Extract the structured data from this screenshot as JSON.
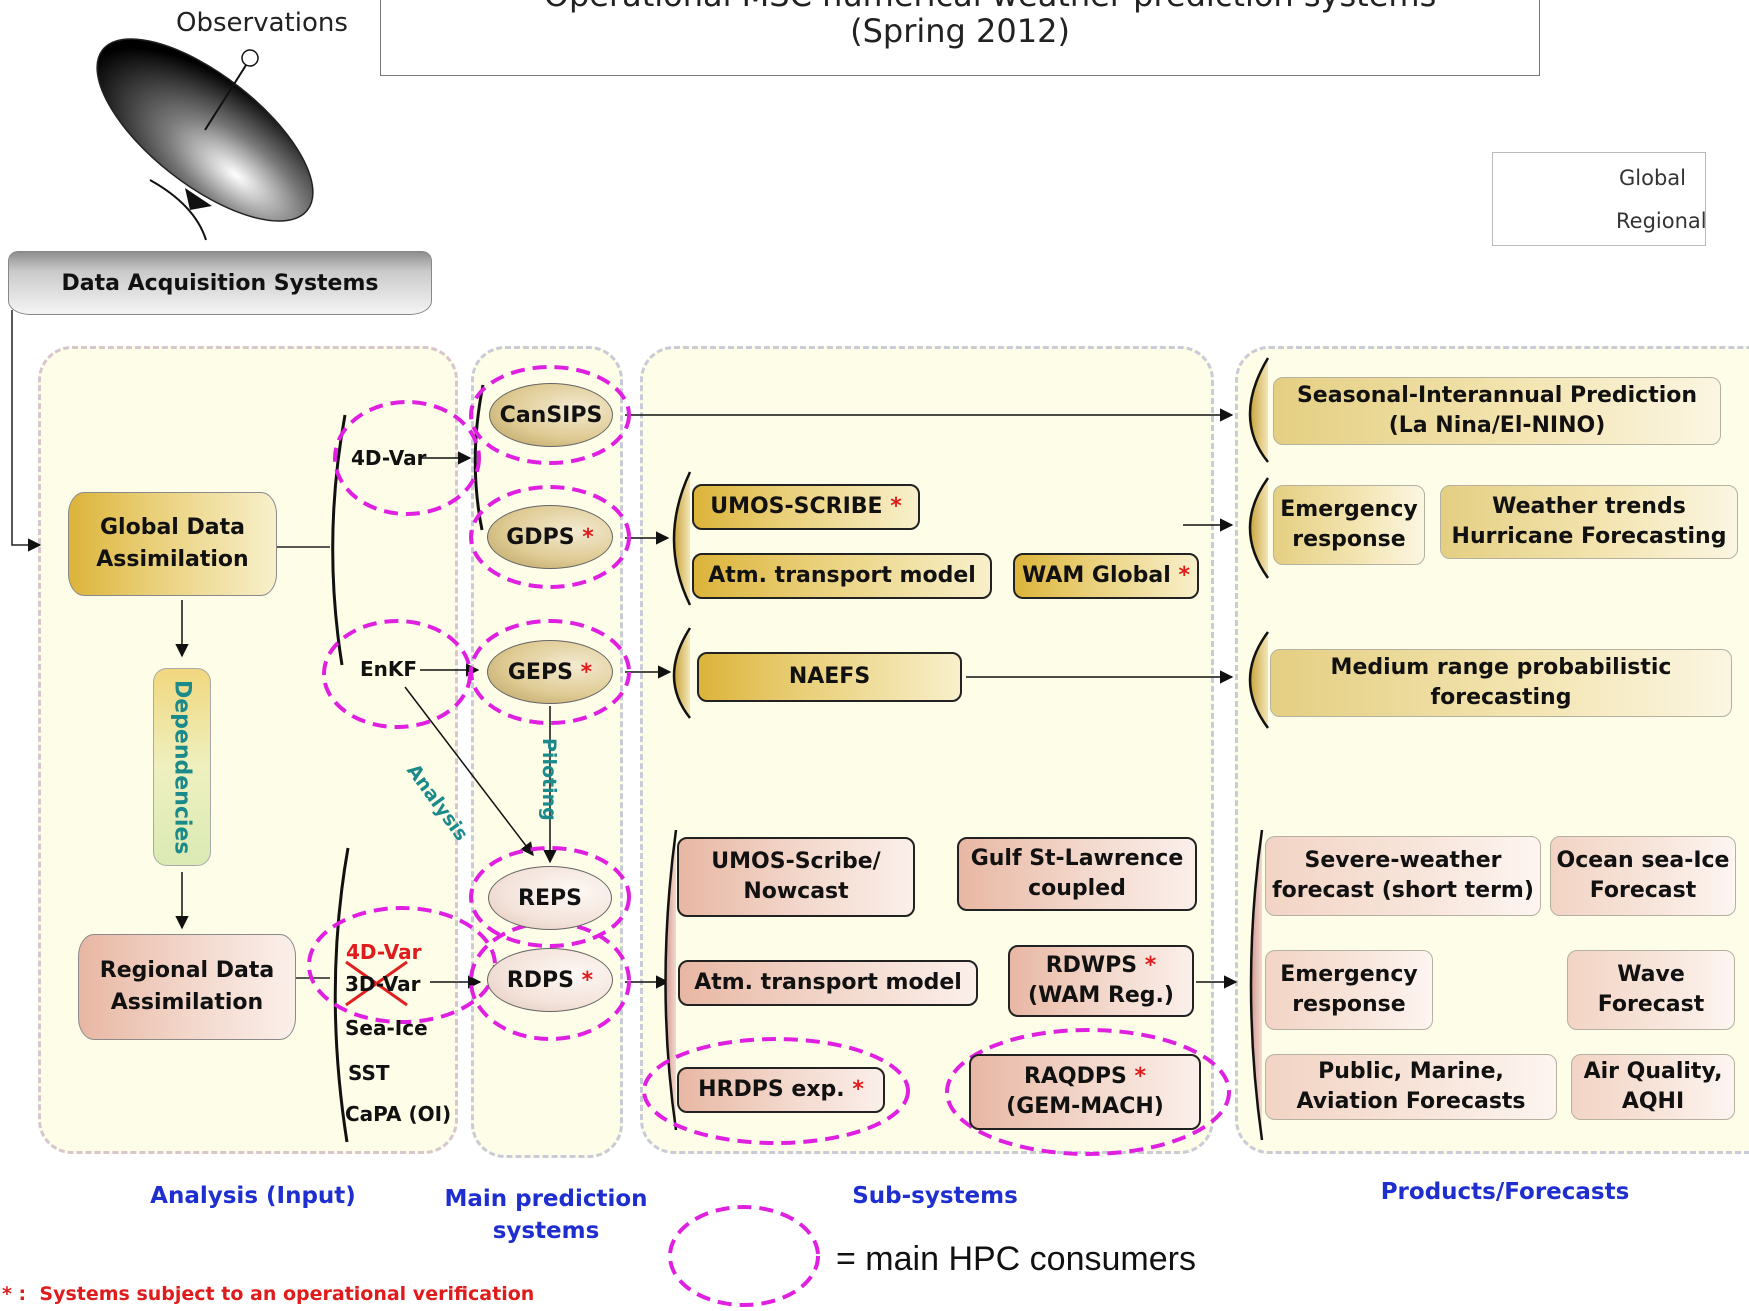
{
  "header": {
    "title_line1": "Operational MSC numerical weather prediction systems",
    "title_line2": "(Spring 2012)",
    "observations": "Observations"
  },
  "legend": {
    "global": "Global",
    "regional": "Regional",
    "global_color": "#f5c445",
    "regional_color": "#eec0b8"
  },
  "acquisition": "Data Acquisition Systems",
  "analysis": {
    "global_da": "Global Data\nAssimilation",
    "regional_da": "Regional Data\nAssimilation",
    "dependencies": "Dependencies",
    "var4d": "4D-Var",
    "enkf": "EnKF",
    "reg_4dvar": "4D-Var",
    "reg_3dvar": "3D-Var",
    "sea_ice": "Sea-Ice",
    "sst": "SST",
    "capa": "CaPA (OI)"
  },
  "main": {
    "cansips": "CanSIPS",
    "gdps": "GDPS",
    "geps": "GEPS",
    "reps": "REPS",
    "rdps": "RDPS",
    "analysis_arrow": "Analysis",
    "piloting_arrow": "Piloting"
  },
  "sub": {
    "umos_scribe": "UMOS-SCRIBE",
    "atm_global": "Atm. transport model",
    "wam_global": "WAM Global",
    "naefs": "NAEFS",
    "umos_nowcast": "UMOS-Scribe/\nNowcast",
    "gulf": "Gulf St-Lawrence\ncoupled",
    "atm_regional": "Atm. transport model",
    "rdwps": "RDWPS",
    "rdwps_sub": "(WAM Reg.)",
    "hrdps": "HRDPS exp.",
    "raqdps": "RAQDPS",
    "raqdps_sub": "(GEM-MACH)"
  },
  "products": {
    "seasonal": "Seasonal-Interannual Prediction\n(La Nina/El-NINO)",
    "emergency_global": "Emergency\nresponse",
    "weather_trends": "Weather trends\nHurricane Forecasting",
    "medium_range": "Medium range probabilistic\nforecasting",
    "severe_weather": "Severe-weather\nforecast (short term)",
    "ocean_ice": "Ocean sea-Ice\nForecast",
    "emergency_regional": "Emergency\nresponse",
    "wave": "Wave\nForecast",
    "public_marine": "Public, Marine,\nAviation Forecasts",
    "air_quality": "Air Quality,\nAQHI"
  },
  "columns": {
    "analysis": "Analysis (Input)",
    "main": "Main prediction\nsystems",
    "sub": "Sub-systems",
    "products": "Products/Forecasts"
  },
  "footer": {
    "star": "*",
    "hpc_legend": "= main HPC consumers",
    "verification_note": "* :  Systems subject to an operational verification"
  },
  "colors": {
    "hpc_circle": "#e020e0",
    "column_title": "#1f2fcf",
    "star": "#e01b1b",
    "dependency_text": "#1a8a8a"
  }
}
